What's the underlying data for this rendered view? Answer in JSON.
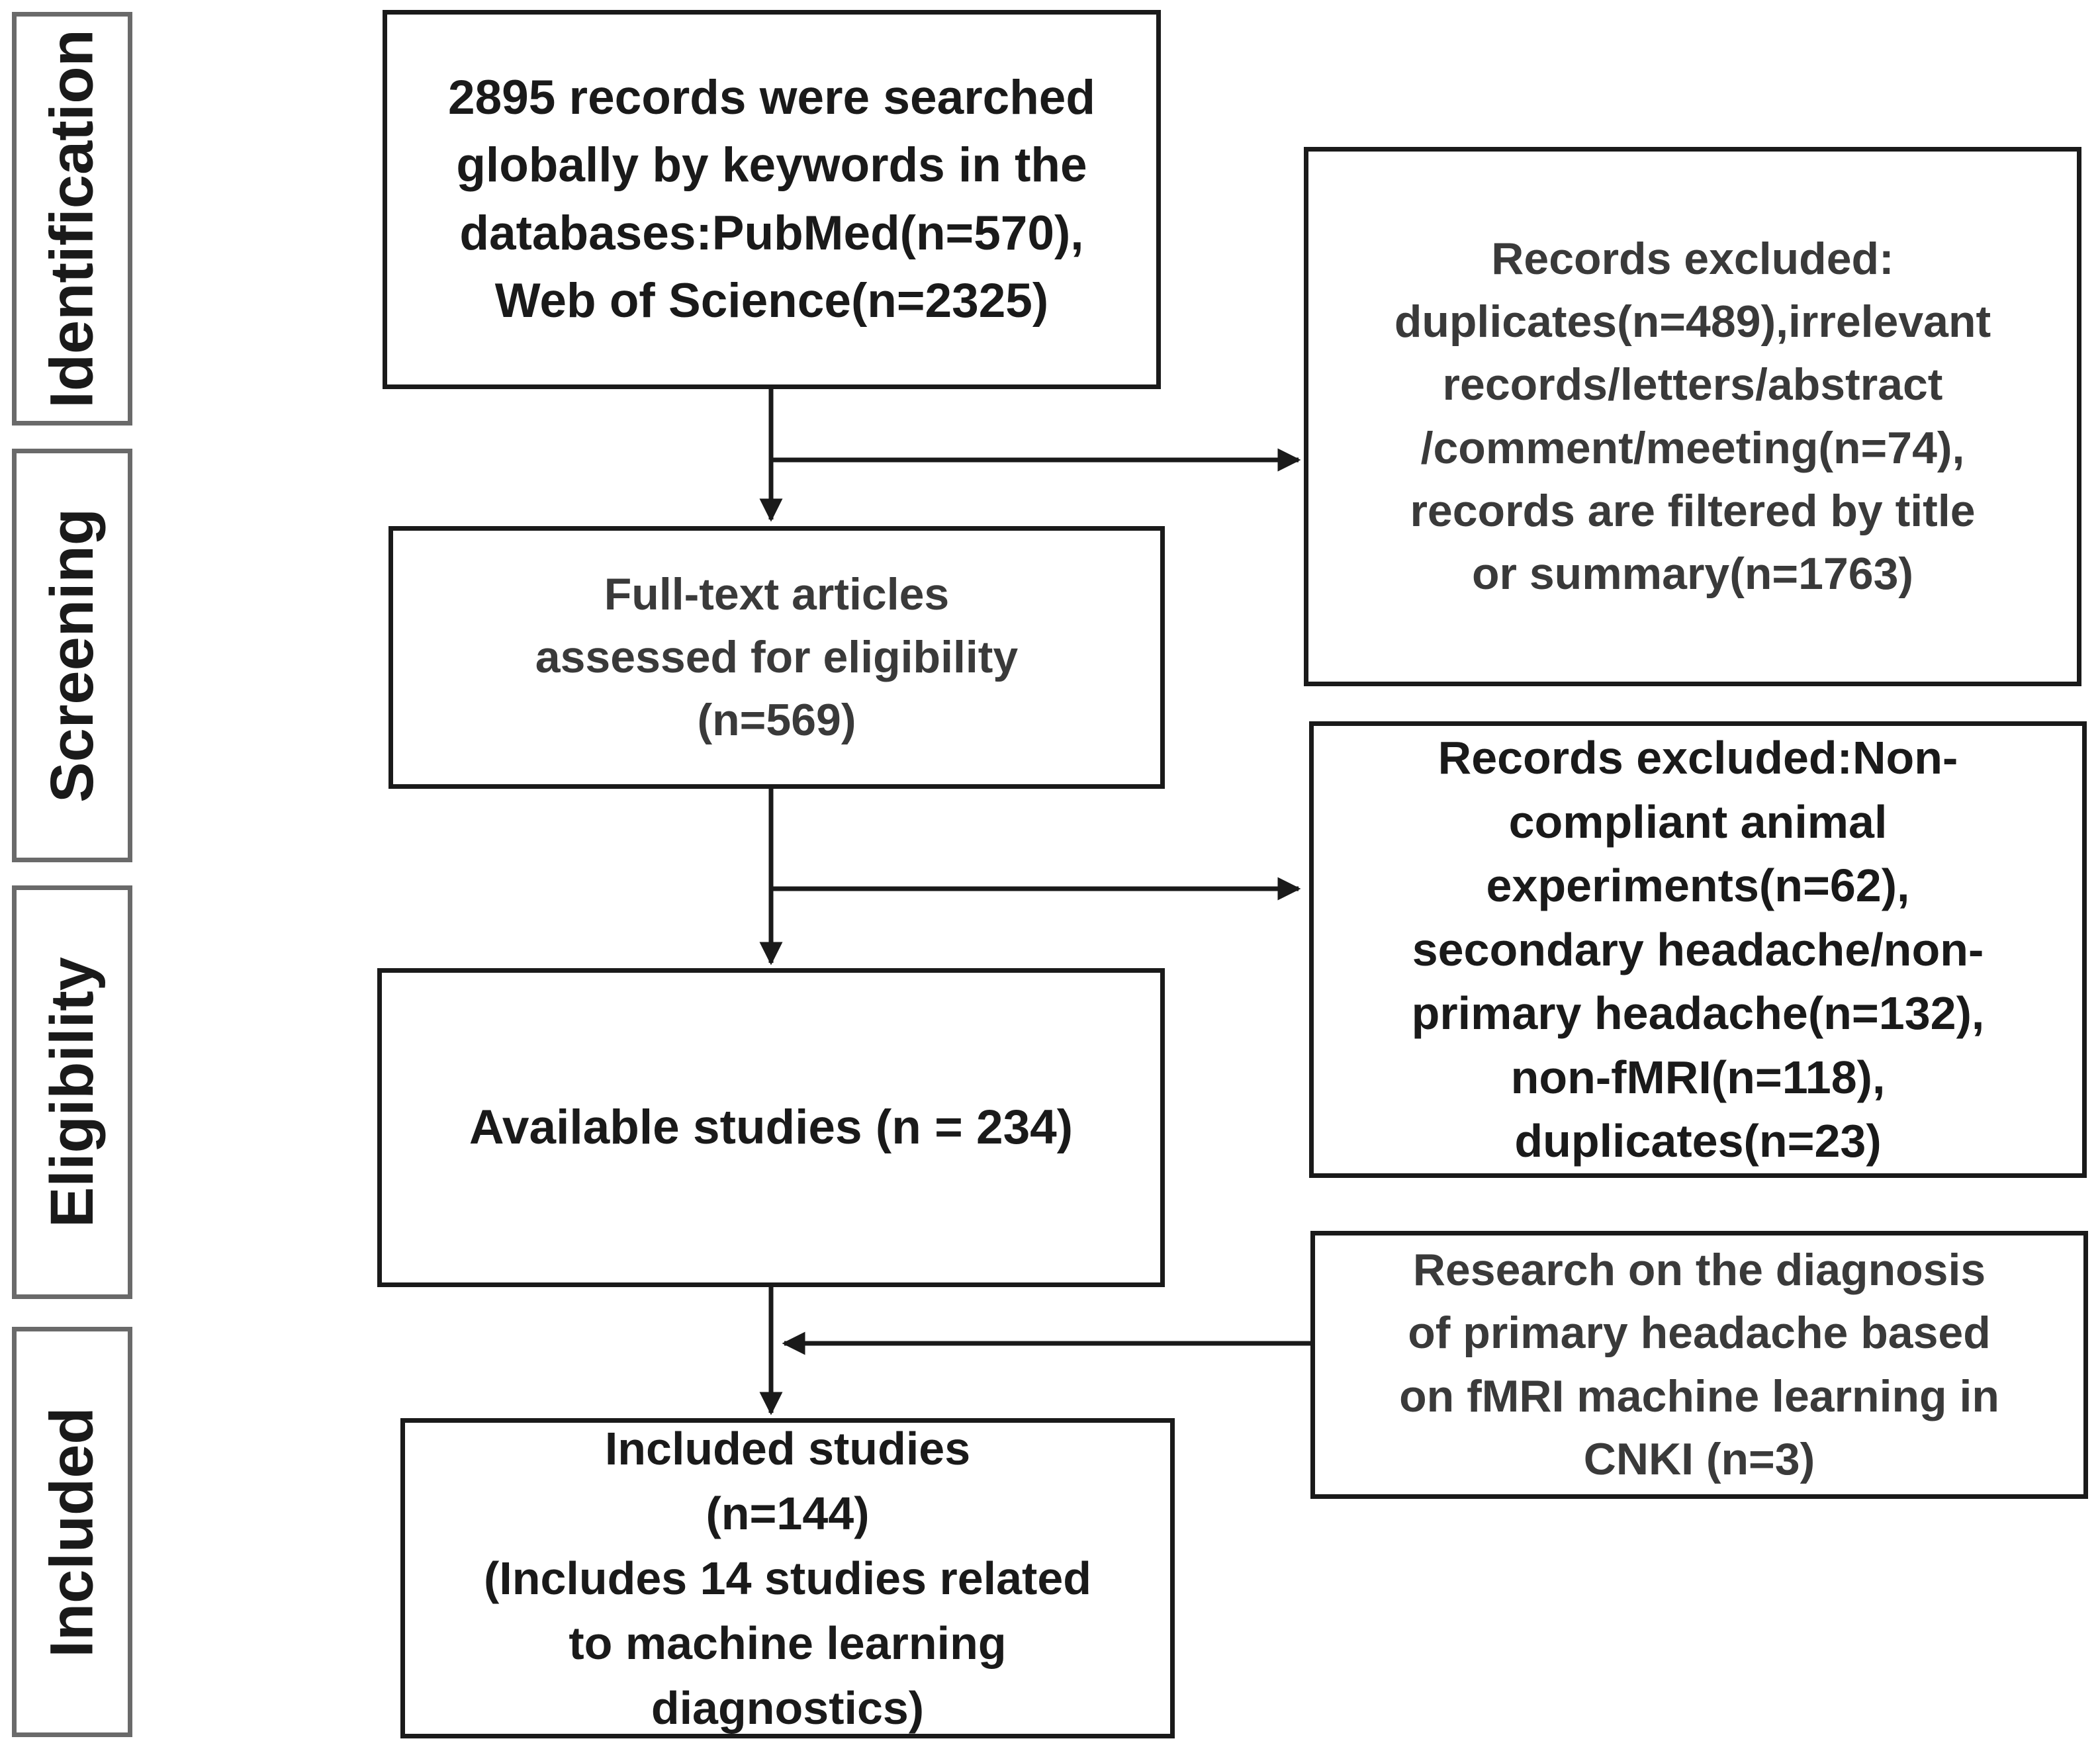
{
  "stages": [
    {
      "id": "identification",
      "label": "Identification"
    },
    {
      "id": "screening",
      "label": "Screening"
    },
    {
      "id": "eligibility",
      "label": "Eligibility"
    },
    {
      "id": "included",
      "label": "Included"
    }
  ],
  "boxes": {
    "records_searched": "2895 records were searched\nglobally by keywords in the\ndatabases:PubMed(n=570),\nWeb of Science(n=2325)",
    "full_text": "Full-text articles\nassessed for eligibility\n(n=569)",
    "available": "Available studies (n = 234)",
    "included": "Included studies\n(n=144)\n(Includes 14 studies related\nto machine learning\ndiagnostics)",
    "excluded_1": "Records excluded:\nduplicates(n=489),irrelevant\nrecords/letters/abstract\n/comment/meeting(n=74),\nrecords are filtered by title\nor summary(n=1763)",
    "excluded_2": "Records excluded:Non-\ncompliant animal\nexperiments(n=62),\nsecondary headache/non-\nprimary headache(n=132),\nnon-fMRI(n=118),\nduplicates(n=23)",
    "cnki": "Research on the diagnosis\nof primary headache based\non fMRI machine learning in\nCNKI (n=3)"
  }
}
